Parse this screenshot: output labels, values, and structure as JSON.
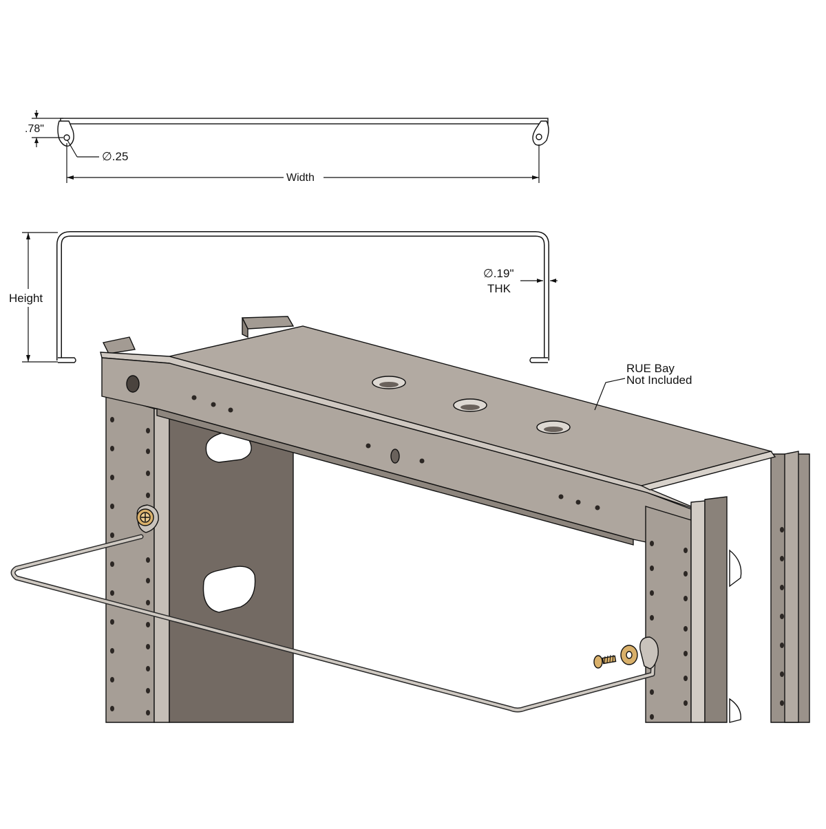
{
  "dimensions": {
    "hook_height": ".78\"",
    "hook_hole_diameter": "∅.25",
    "width_label": "Width",
    "height_label": "Height",
    "rod_diameter": "∅.19\"",
    "rod_thickness": "THK"
  },
  "callout": {
    "line1": "RUE Bay",
    "line2": "Not Included"
  },
  "colors": {
    "frame_light": "#b3aba3",
    "frame_mid": "#9a928a",
    "frame_dark": "#7a716a",
    "rod": "#c9c3bc",
    "hardware_brass": "#d9b06a",
    "outline": "#111111"
  }
}
